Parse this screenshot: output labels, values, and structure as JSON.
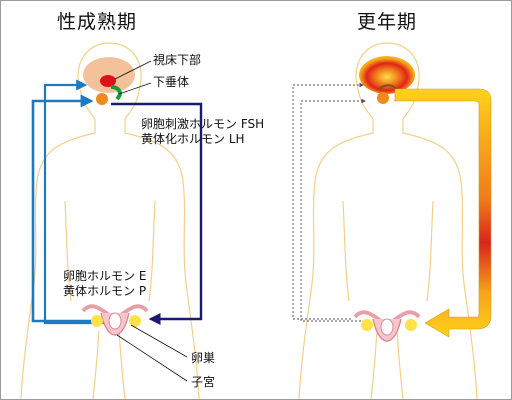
{
  "titles": {
    "left": "性成熟期",
    "right": "更年期"
  },
  "labels": {
    "hypothalamus": "視床下部",
    "pituitary": "下垂体",
    "fsh": "卵胞刺激ホルモン FSH",
    "lh": "黄体化ホルモン LH",
    "estrogen": "卵胞ホルモン E",
    "progesterone": "黄体ホルモン P",
    "ovary": "卵巣",
    "uterus": "子宮"
  },
  "colors": {
    "body_outline": "#f3cf8a",
    "brain": "#f4c29a",
    "hypothalamus": "#e0101a",
    "pituitary_green": "#1a9a3a",
    "pituitary_orange": "#f08a1c",
    "arrow_blue": "#1e7ac0",
    "arrow_navy": "#1c1a6e",
    "uterus": "#e8a0a8",
    "ovary": "#ffe24a",
    "menopause_arrow_top": "#ffd21a",
    "menopause_arrow_mid": "#e0281a"
  }
}
